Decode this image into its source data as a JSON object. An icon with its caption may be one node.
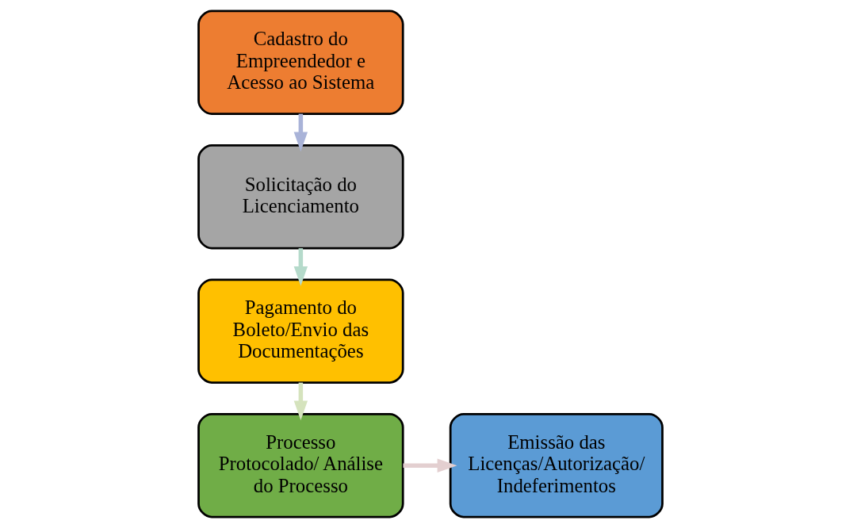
{
  "diagram": {
    "nodes": [
      {
        "text": [
          "Cadastro do Empreendedor e Acesso ao Sistema"
        ]
      },
      {
        "text": [
          "Solicitação do Licenciamento"
        ]
      },
      {
        "text": [
          "Pagamento do Boleto/Envio das Documentações"
        ]
      },
      {
        "text": [
          "Processo Protocolado/ Análise do Processo"
        ]
      },
      {
        "text": [
          "Emissão das Licenças/Autorização/ Indeferimentos"
        ]
      }
    ],
    "edges": [
      {
        "from": 0,
        "to": 1,
        "arrow": "to",
        "color": "#a9b3d8"
      },
      {
        "from": 1,
        "to": 2,
        "arrow": "to",
        "color": "#b5dacb"
      },
      {
        "from": 2,
        "to": 3,
        "arrow": "to",
        "color": "#d5e3bd"
      },
      {
        "from": 3,
        "to": 4,
        "arrow": "to",
        "color": "#e3cfd0"
      }
    ]
  }
}
